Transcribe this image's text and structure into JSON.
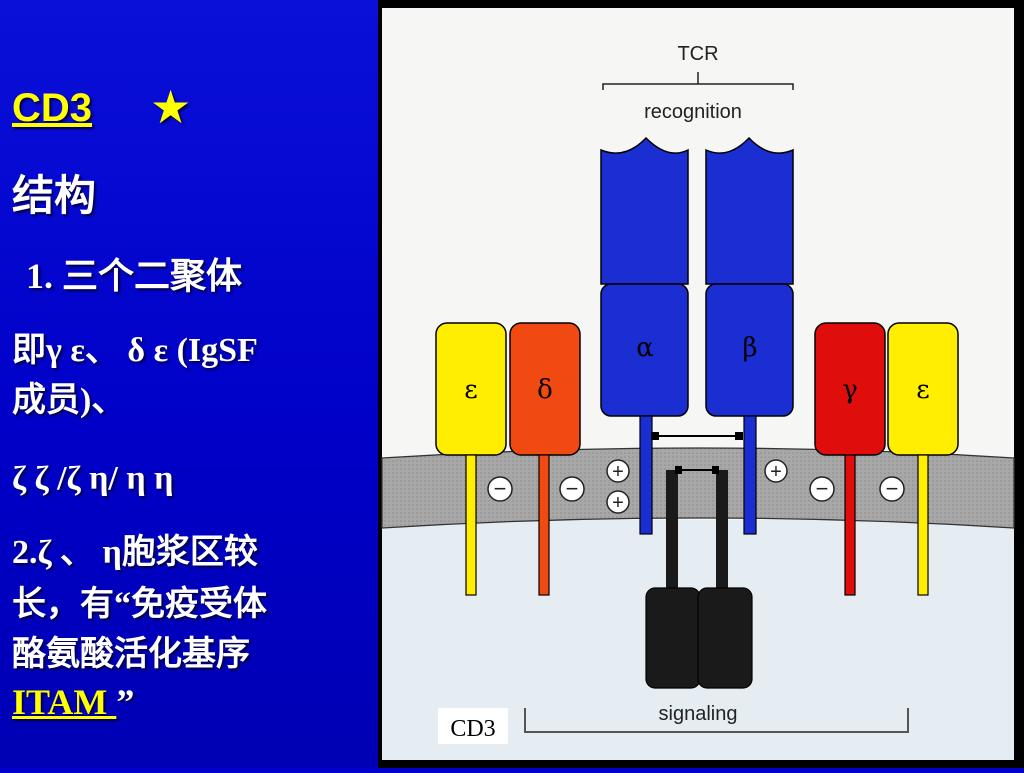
{
  "slide": {
    "title": "CD3",
    "star": "★",
    "heading": "结构",
    "point1": "1. 三个二聚体",
    "line_a": "即γ ε、 δ ε (IgSF",
    "line_b": "成员)、",
    "line_c": "ζ ζ /ζ η/ η η",
    "point2_a": "2.ζ 、 η胞浆区较",
    "point2_b": "长，有“免疫受体",
    "point2_c": "酪氨酸活化基序",
    "point2_d_link": "ITAM ",
    "point2_d_end": "”"
  },
  "figure": {
    "tcr_label": "TCR",
    "recognition_label": "recognition",
    "alpha": "α",
    "beta": "β",
    "epsilon_left": "ε",
    "delta": "δ",
    "gamma": "γ",
    "epsilon_right": "ε",
    "cd3_label": "CD3",
    "signaling_label": "signaling",
    "plus": "+",
    "minus": "−",
    "colors": {
      "yellow": "#ffee00",
      "orange_red": "#f04a12",
      "red": "#e00d0d",
      "blue": "#1a2ed2",
      "membrane": "#a8a8a8",
      "cytoplasm": "#e6edf2",
      "dark": "#1a1a1a"
    }
  }
}
